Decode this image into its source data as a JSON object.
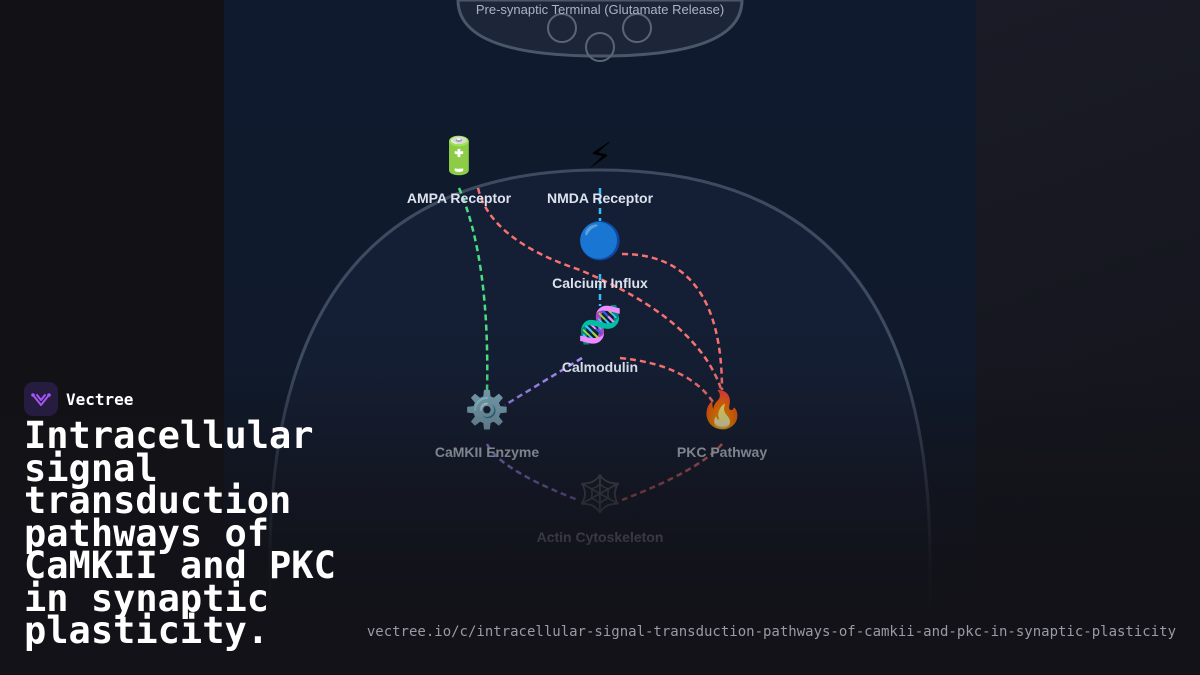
{
  "diagram": {
    "presynaptic_label": "Pre-synaptic Terminal (Glutamate Release)",
    "nodes": [
      {
        "id": "ampa",
        "label": "AMPA Receptor",
        "icon": "🔋",
        "icon_name": "battery-icon"
      },
      {
        "id": "nmda",
        "label": "NMDA Receptor",
        "icon": "⚡",
        "icon_name": "lightning-icon"
      },
      {
        "id": "calcium",
        "label": "Calcium Influx",
        "icon": "🔵",
        "icon_name": "blue-circle-icon"
      },
      {
        "id": "calmodulin",
        "label": "Calmodulin",
        "icon": "🧬",
        "icon_name": "dna-icon"
      },
      {
        "id": "camkii",
        "label": "CaMKII Enzyme",
        "icon": "⚙️",
        "icon_name": "gear-icon"
      },
      {
        "id": "pkc",
        "label": "PKC Pathway",
        "icon": "🔥",
        "icon_name": "fire-icon"
      },
      {
        "id": "actin",
        "label": "Actin Cytoskeleton",
        "icon": "🕸️",
        "icon_name": "web-icon"
      }
    ],
    "edges": [
      {
        "from": "ampa",
        "to": "camkii",
        "color": "#4ade80"
      },
      {
        "from": "ampa",
        "to": "pkc",
        "color": "#f87171"
      },
      {
        "from": "nmda",
        "to": "calcium",
        "color": "#38bdf8"
      },
      {
        "from": "calcium",
        "to": "calmodulin",
        "color": "#38bdf8"
      },
      {
        "from": "calcium",
        "to": "pkc",
        "color": "#f87171"
      },
      {
        "from": "calmodulin",
        "to": "camkii",
        "color": "#a78bfa"
      },
      {
        "from": "calmodulin",
        "to": "pkc",
        "color": "#f87171"
      },
      {
        "from": "camkii",
        "to": "actin",
        "color": "#a78bfa"
      },
      {
        "from": "pkc",
        "to": "actin",
        "color": "#f87171"
      }
    ]
  },
  "brand": {
    "name": "Vectree",
    "logo_color": "#a855f7"
  },
  "title": "Intracellular signal transduction pathways of CaMKII and PKC in synaptic plasticity.",
  "url": "vectree.io/c/intracellular-signal-transduction-pathways-of-camkii-and-pkc-in-synaptic-plasticity"
}
